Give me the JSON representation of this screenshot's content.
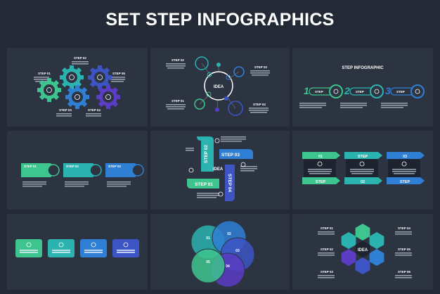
{
  "title": "SET STEP INFOGRAPHICS",
  "colors": {
    "background": "#232a36",
    "panel": "#2d3441",
    "green": "#3ec48e",
    "teal": "#2bb3b0",
    "blue": "#2f7fd4",
    "indigo": "#3d55c4",
    "purple": "#5b3cc4",
    "white": "#ffffff",
    "muted": "#9aa3b2"
  },
  "body_text": "Lorem ipsum dolor sit amet, consectetur adipiscing elit, sed",
  "gears": {
    "steps": [
      "STEP 01",
      "STEP 02",
      "STEP 03",
      "STEP 04",
      "STEP 05"
    ]
  },
  "idea_hub": {
    "center": "IDEA",
    "steps": [
      "STEP 01",
      "STEP 02",
      "STEP 03",
      "STEP 04"
    ]
  },
  "step_row": {
    "heading": "STEP INFOGRAPHIC",
    "numbers": [
      "1",
      "2",
      "3"
    ],
    "label": "STEP"
  },
  "arrows": {
    "steps": [
      "STEP 01",
      "STEP 02",
      "STEP 03"
    ]
  },
  "pinwheel": {
    "center": "IDEA",
    "steps": [
      "STEP 01",
      "STEP 02",
      "STEP 03",
      "STEP 04"
    ]
  },
  "banners": {
    "numbers": [
      "01",
      "02",
      "03"
    ],
    "label": "STEP"
  },
  "circles": {
    "numbers": [
      "01",
      "02",
      "03",
      "04",
      "05"
    ]
  },
  "hexagons": {
    "center": "IDEA",
    "steps": [
      "STEP 01",
      "STEP 02",
      "STEP 03",
      "STEP 04",
      "STEP 05",
      "STEP 06"
    ]
  },
  "icons": [
    "idea-icon",
    "gear-icon",
    "target-icon",
    "warning-icon",
    "dollar-icon",
    "clock-icon",
    "chart-icon"
  ]
}
